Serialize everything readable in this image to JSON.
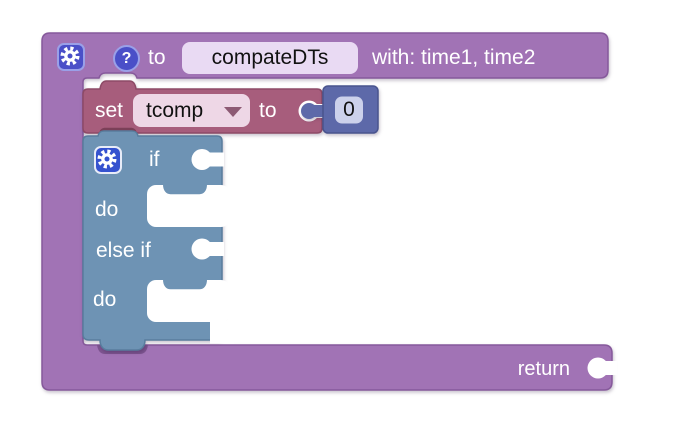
{
  "colors": {
    "purple": "#a173b5",
    "purple_dark": "#7d5490",
    "maroon": "#a75d7c",
    "steel_blue": "#6e93b4",
    "slate_blue": "#5d69a9",
    "number_field_bg": "#ccd1eb",
    "name_field_bg": "#e9daf3",
    "dropdown_field_bg": "#eed7e6",
    "icon_blue": "#4a4fc8"
  },
  "procedure_block": {
    "to_label": "to",
    "name": "compateDTs",
    "params_label": "with: time1, time2",
    "return_label": "return",
    "help_glyph": "?"
  },
  "set_block": {
    "set_label": "set",
    "variable_name": "tcomp",
    "to_label": "to"
  },
  "number_block": {
    "value": "0"
  },
  "if_block": {
    "if_label": "if",
    "do_label": "do",
    "else_if_label": "else if",
    "do2_label": "do"
  }
}
